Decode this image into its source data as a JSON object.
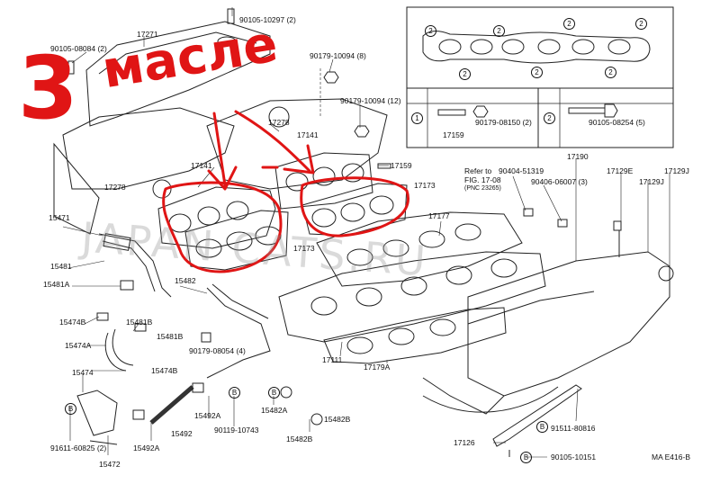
{
  "handwriting": {
    "number": "3",
    "word": "масле",
    "color": "#e01515"
  },
  "watermark": "JAPAN CATS.RU",
  "inset": {
    "top_badges": [
      "2",
      "2",
      "2",
      "2",
      "2",
      "2",
      "2"
    ],
    "rows": [
      {
        "badge": "1",
        "parts": [
          "17159",
          "90179-08150 (2)"
        ]
      },
      {
        "badge": "2",
        "parts": [
          "90105-08254 (5)"
        ]
      }
    ]
  },
  "reference": {
    "refer_label": "Refer to",
    "fig": "FIG. 17-08",
    "pnc": "(PNC 23265)"
  },
  "parts": {
    "p90105_10297": "90105-10297 (2)",
    "p17271": "17271",
    "p90105_08084": "90105-08084 (2)",
    "p90179_10094_8": "90179-10094 (8)",
    "p90179_10094_12": "90179-10094 (12)",
    "p17278_a": "17278",
    "p17278_b": "17278",
    "p17141_a": "17141",
    "p17141_b": "17141",
    "p17159": "17159",
    "p17173_a": "17173",
    "p17173_b": "17173",
    "p17190": "17190",
    "p90404_51319": "90404-51319",
    "p90406_06007": "90406-06007 (3)",
    "p17129E": "17129E",
    "p17129J_a": "17129J",
    "p17129J_b": "17129J",
    "p17177": "17177",
    "p15471": "15471",
    "p15481": "15481",
    "p15481A": "15481A",
    "p15482": "15482",
    "p15474B_a": "15474B",
    "p15474B_b": "15474B",
    "p15481B_a": "15481B",
    "p15481B_b": "15481B",
    "p15474A": "15474A",
    "p15474": "15474",
    "p90179_08054": "90179-08054 (4)",
    "p17111": "17111",
    "p17179A": "17179A",
    "p15492A_a": "15492A",
    "p15492A_b": "15492A",
    "p15492": "15492",
    "p90119_10743": "90119-10743",
    "p15482A": "15482A",
    "p15482B_a": "15482B",
    "p15482B_b": "15482B",
    "p91611_60825": "91611-60825 (2)",
    "p15472": "15472",
    "p91511_80816": "91511-80816",
    "p17126": "17126",
    "p90105_10151": "90105-10151",
    "diagram_code": "MA E416-B"
  },
  "bolt_badges": {
    "b1": "B",
    "b2": "B",
    "b3": "B",
    "b4": "B",
    "b5": "B"
  },
  "inset_row_badges": {
    "r1": "1",
    "r2": "2"
  }
}
